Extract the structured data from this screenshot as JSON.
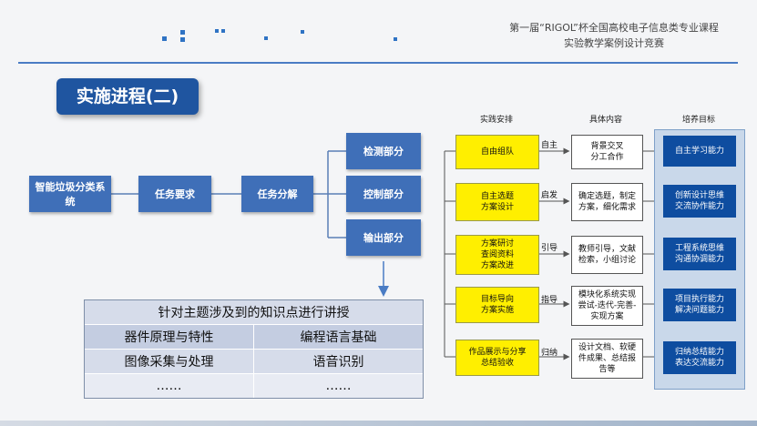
{
  "header": {
    "line1": "第一届“RIGOL”杯全国高校电子信息类专业课程",
    "line2": "实验教学案例设计竞赛"
  },
  "title": "实施进程(二)",
  "flow": {
    "root": "智能垃圾分类系统",
    "requirement": "任务要求",
    "decompose": "任务分解",
    "parts": [
      "检测部分",
      "控制部分",
      "输出部分"
    ]
  },
  "knowledge_table": {
    "heading": "针对主题涉及到的知识点进行讲授",
    "rows": [
      [
        "器件原理与特性",
        "编程语言基础"
      ],
      [
        "图像采集与处理",
        "语音识别"
      ],
      [
        "……",
        "……"
      ]
    ]
  },
  "practice": {
    "headers": [
      "实践安排",
      "具体内容",
      "培养目标"
    ],
    "rows": [
      {
        "stage": "自由组队",
        "verb": "自主",
        "content": "背景交叉\n分工合作",
        "goal": "自主学习能力"
      },
      {
        "stage": "自主选题\n方案设计",
        "verb": "启发",
        "content": "确定选题，制定\n方案，细化需求",
        "goal": "创新设计思维\n交流协作能力"
      },
      {
        "stage": "方案研讨\n查阅资料\n方案改进",
        "verb": "引导",
        "content": "教师引导，文献\n检索，小组讨论",
        "goal": "工程系统思维\n沟通协调能力"
      },
      {
        "stage": "目标导向\n方案实施",
        "verb": "指导",
        "content": "模块化系统实现\n尝试-迭代-完善-\n实现方案",
        "goal": "项目执行能力\n解决问题能力"
      },
      {
        "stage": "作品展示与分享\n总结验收",
        "verb": "归纳",
        "content": "设计文档、软硬\n件成果、总结报\n告等",
        "goal": "归纳总结能力\n表达交流能力"
      }
    ]
  },
  "colors": {
    "accent": "#1f55a0",
    "flow_box": "#3f6fb8",
    "stage_fill": "#ffef00",
    "goal_fill": "#0e4da0"
  }
}
